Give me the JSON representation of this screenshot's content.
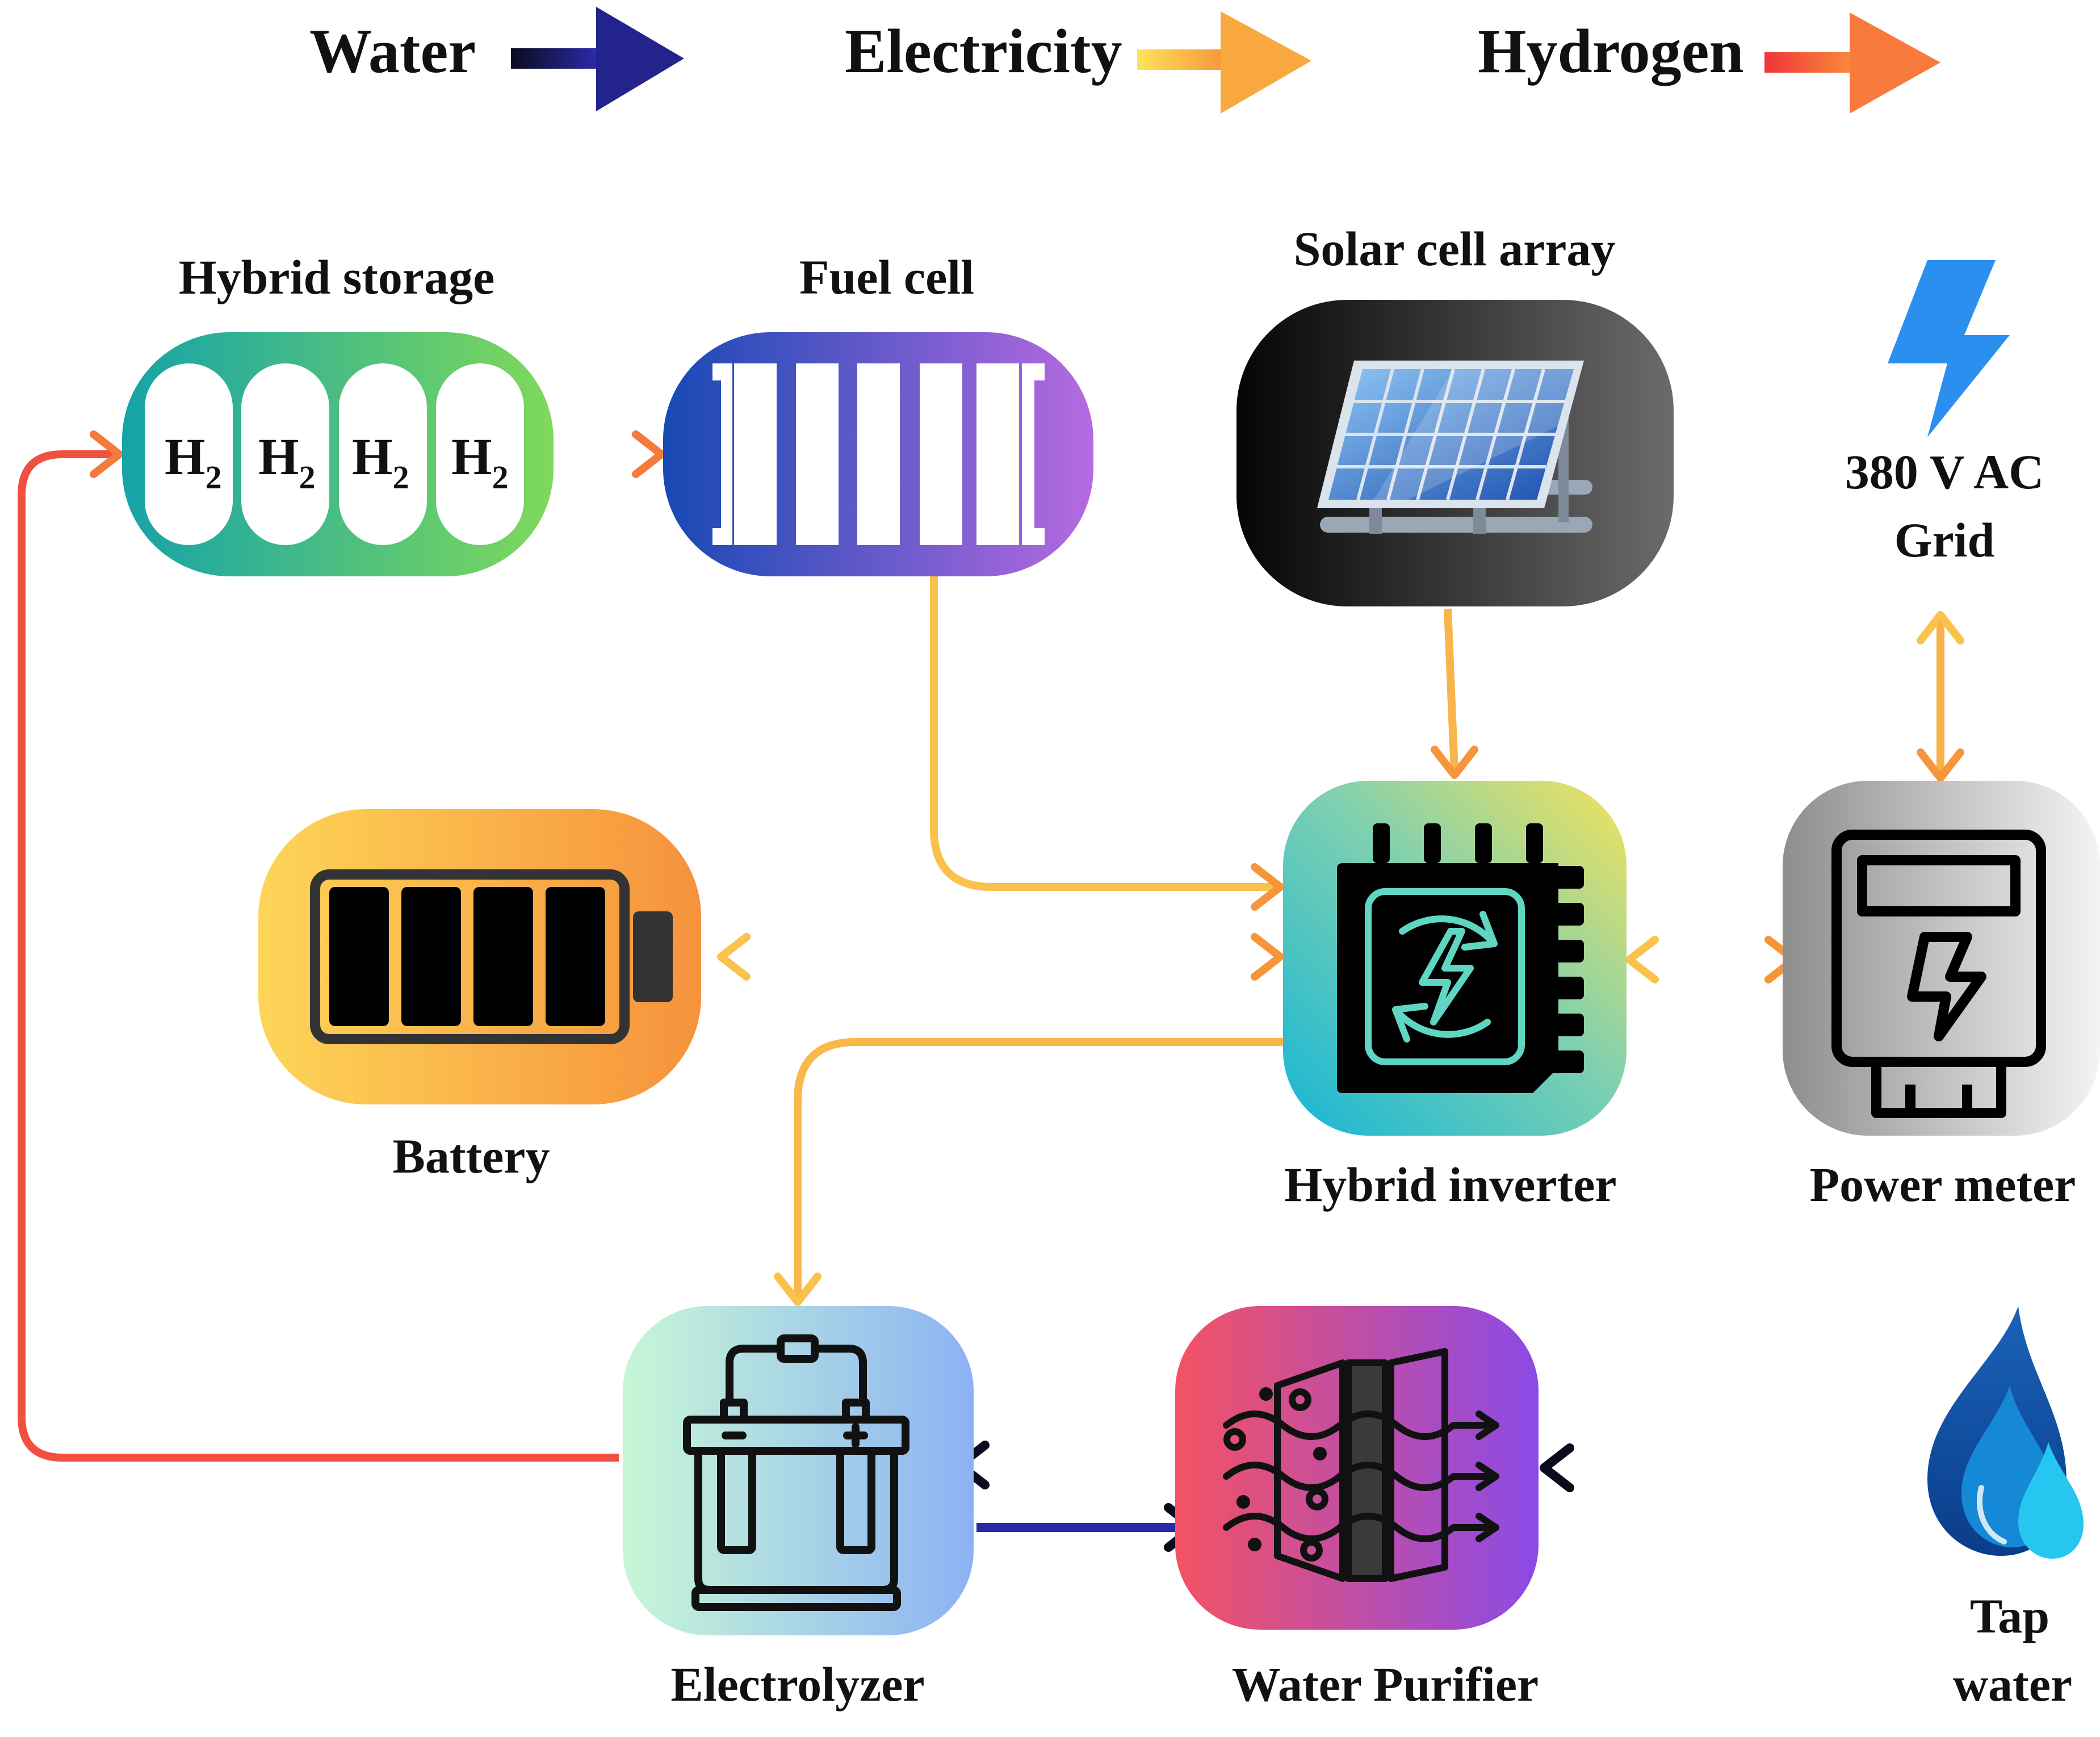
{
  "legend": {
    "water": "Water",
    "electricity": "Electricity",
    "hydrogen": "Hydrogen"
  },
  "nodes": {
    "hybrid_storage": {
      "label": "Hybrid storage",
      "cells": [
        "H",
        "H",
        "H",
        "H"
      ],
      "subscript": "2"
    },
    "fuel_cell": {
      "label": "Fuel cell"
    },
    "solar": {
      "label": "Solar cell array"
    },
    "grid": {
      "line1": "380 V AC",
      "line2": "Grid"
    },
    "battery": {
      "label": "Battery"
    },
    "inverter": {
      "label": "Hybrid inverter"
    },
    "meter": {
      "label": "Power meter"
    },
    "electrolyzer": {
      "label": "Electrolyzer"
    },
    "purifier": {
      "label": "Water Purifier"
    },
    "tap": {
      "line1": "Tap",
      "line2": "water"
    }
  },
  "colors": {
    "water": "#2a2aa8",
    "electricity": "#f6c24a",
    "hydrogen": "#f0503c"
  }
}
